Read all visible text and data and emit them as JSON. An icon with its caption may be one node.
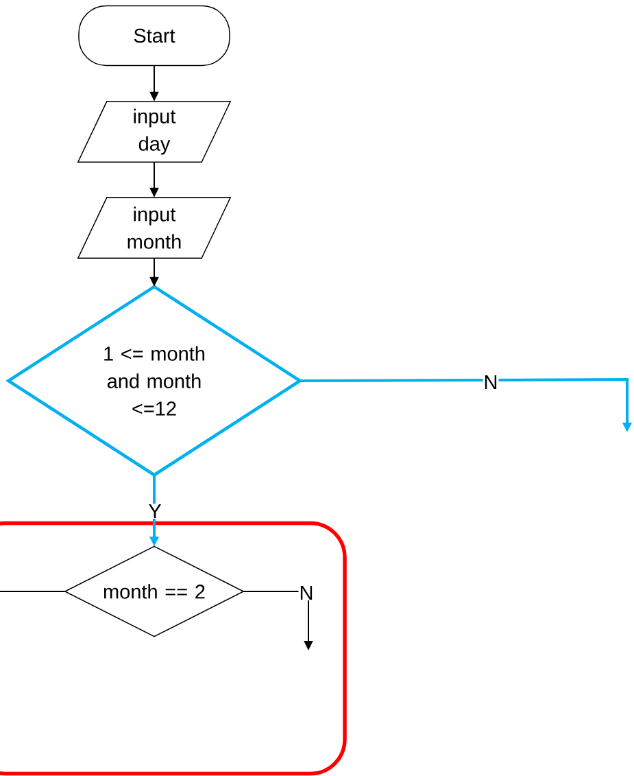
{
  "diagram": {
    "nodes": [
      {
        "text": [
          "Start"
        ]
      },
      {
        "text": [
          "input day"
        ]
      },
      {
        "text": [
          "input month"
        ]
      },
      {
        "text": [
          "1 <= month and month <=12"
        ]
      },
      {
        "text": [],
        "shape": "box"
      },
      {
        "text": [
          "month == 2"
        ],
        "in": 4
      }
    ],
    "edges": [
      {
        "from": 0,
        "to": 1,
        "arrow": "to"
      },
      {
        "from": 1,
        "to": 2,
        "arrow": "to"
      },
      {
        "from": 2,
        "to": 3,
        "arrow": "to"
      },
      {
        "from": 3,
        "to": null,
        "arrow": "to",
        "label": "N",
        "style": "thick",
        "color": "#00b0f0"
      },
      {
        "from": 3,
        "to": 5,
        "arrow": "to",
        "label": "Y",
        "style": "thick",
        "color": "#00b0f0"
      },
      {
        "from": 5,
        "to": null,
        "arrow": "none"
      },
      {
        "from": 5,
        "to": null,
        "arrow": "to",
        "label": "N"
      }
    ]
  }
}
